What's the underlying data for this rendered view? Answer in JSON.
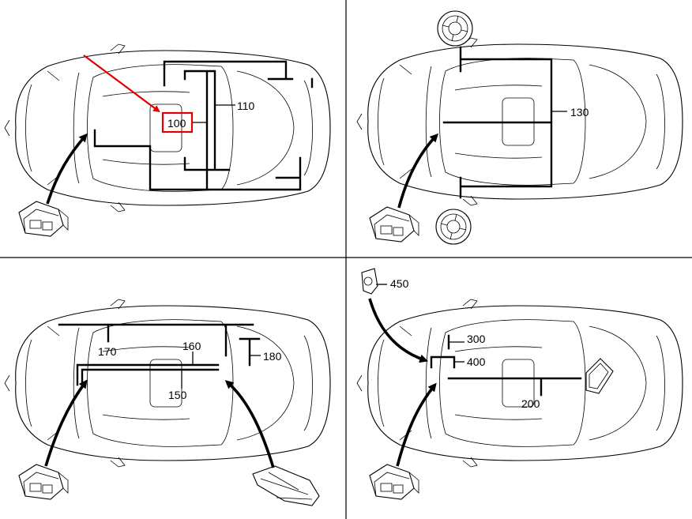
{
  "panels": [
    {
      "id": "top-left",
      "labels": {
        "a": "100",
        "b": "110"
      },
      "highlight_color": "#e00000"
    },
    {
      "id": "top-right",
      "labels": {
        "a": "130"
      }
    },
    {
      "id": "bottom-left",
      "labels": {
        "a": "170",
        "b": "160",
        "c": "180",
        "d": "150"
      }
    },
    {
      "id": "bottom-right",
      "labels": {
        "a": "450",
        "b": "300",
        "c": "400",
        "d": "200"
      }
    }
  ]
}
